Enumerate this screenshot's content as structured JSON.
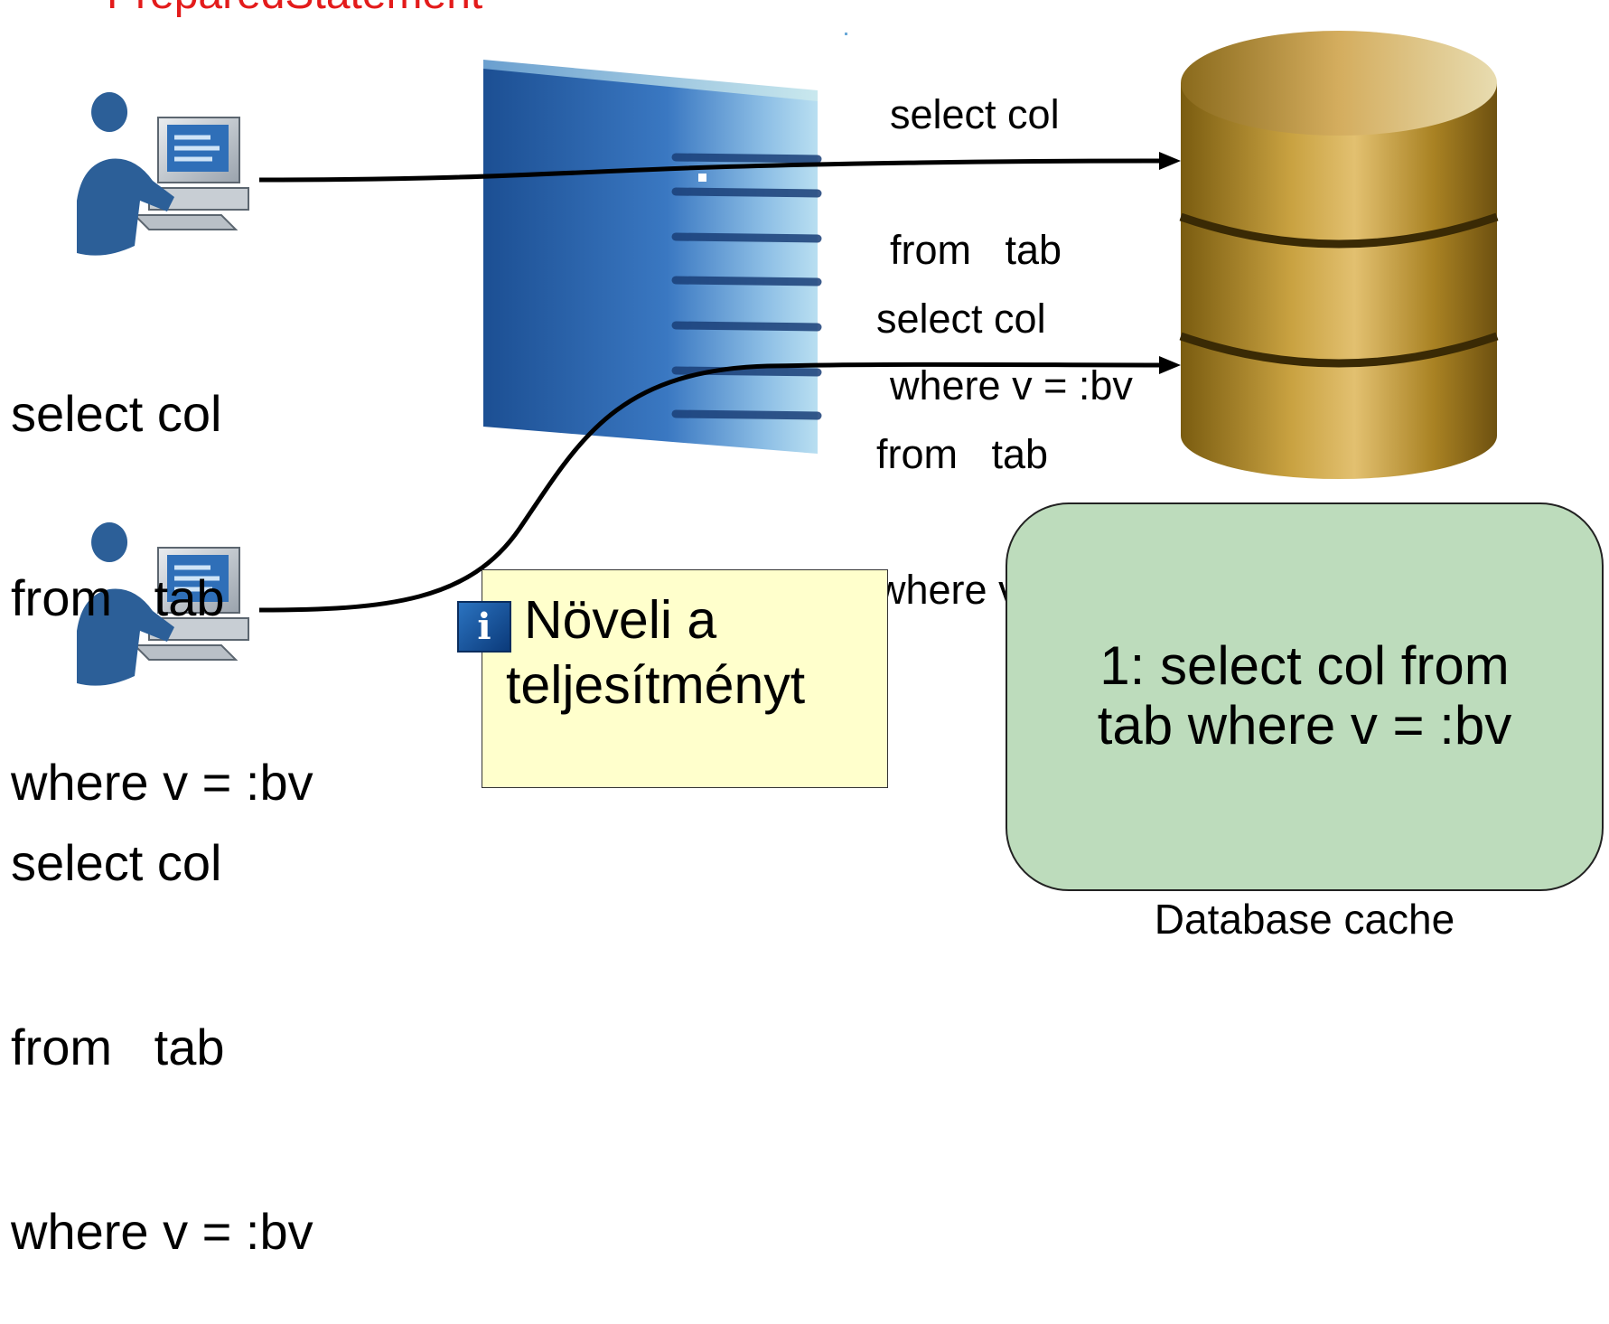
{
  "title": "PreparedStatement",
  "client1_sql": [
    "select col",
    "from   tab",
    "where v = :bv"
  ],
  "client2_sql": [
    "select col",
    "from   tab",
    "where v = :bv"
  ],
  "request1_sql": [
    "select col",
    "from   tab",
    "where v = :bv"
  ],
  "request2_sql": [
    "select col",
    "from   tab",
    "where v = :bv"
  ],
  "note": {
    "icon": "info-icon",
    "line1": "Növeli a",
    "line2": "teljesítményt"
  },
  "cache": {
    "line1": "1: select col from",
    "line2": "tab where v = :bv",
    "label": "Database cache"
  },
  "colors": {
    "title": "#e31b1b",
    "note_background": "#ffffcc",
    "cache_background": "#bddcbc",
    "server_blue": "#2f62a8",
    "database_gold": "#a88426"
  }
}
